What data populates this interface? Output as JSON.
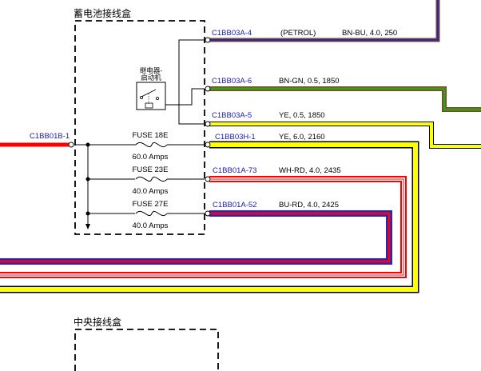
{
  "boxes": {
    "battery_box_title": "蓄电池接线盒",
    "central_box_title": "中央接线盒"
  },
  "relay": {
    "label_line1": "继电器-",
    "label_line2": "启动机"
  },
  "connectors": {
    "input": "C1BB01B-1",
    "c1": "C1BB03A-4",
    "c2": "C1BB03A-6",
    "c3": "C1BB03A-5",
    "c4": "C1BB03H-1",
    "c5": "C1BB01A-73",
    "c6": "C1BB01A-52"
  },
  "wires": [
    {
      "note": "(PETROL)",
      "spec": "BN-BU,  4.0,  250"
    },
    {
      "note": "",
      "spec": "BN-GN,  0.5,  1850"
    },
    {
      "note": "",
      "spec": "YE,  0.5,  1850"
    },
    {
      "note": "",
      "spec": "YE,  6.0,  2160"
    },
    {
      "note": "",
      "spec": "WH-RD,  4.0,  2435"
    },
    {
      "note": "",
      "spec": "BU-RD,  4.0,  2425"
    }
  ],
  "fuses": [
    {
      "name": "FUSE 18E",
      "rating": "60.0 Amps"
    },
    {
      "name": "FUSE 23E",
      "rating": "40.0 Amps"
    },
    {
      "name": "FUSE 27E",
      "rating": "40.0 Amps"
    }
  ],
  "colors": {
    "brown": "#7a4a1e",
    "blue": "#2424c8",
    "green": "#3c9a1e",
    "yellow": "#ffff00",
    "red": "#ff0000",
    "white": "#ffffff",
    "connector_text": "#1a1aa8"
  }
}
